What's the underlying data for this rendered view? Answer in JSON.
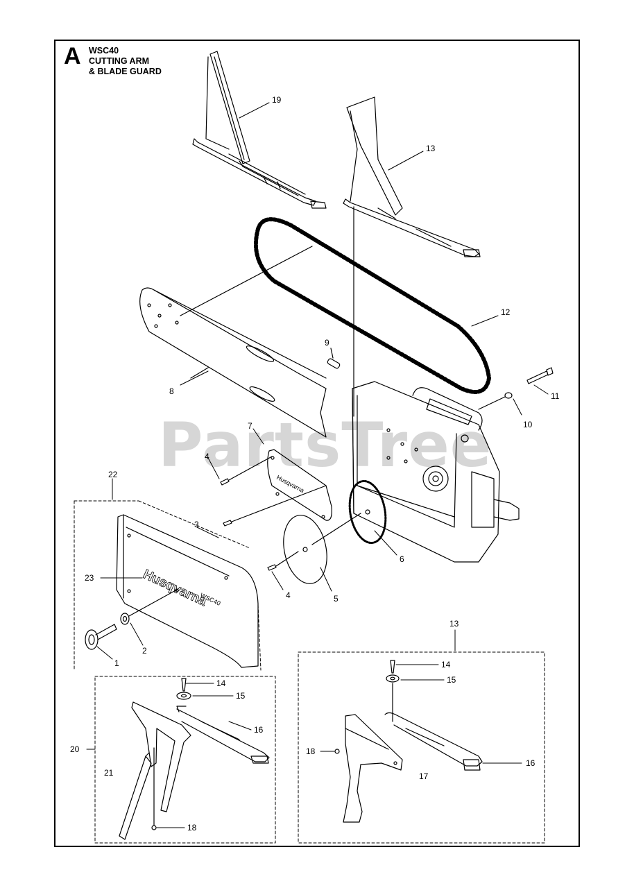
{
  "section": {
    "letter": "A",
    "title_lines": [
      "WSC40",
      "CUTTING ARM",
      "& BLADE GUARD"
    ]
  },
  "watermark": "PartsTree",
  "brand_labels": {
    "cover_logo": "Husqvarna",
    "cover_model": "WSC40",
    "plate_logo": "Husqvarna"
  },
  "callouts": {
    "c19": "19",
    "c13_top": "13",
    "c12": "12",
    "c9": "9",
    "c8": "8",
    "c11": "11",
    "c10": "10",
    "c7": "7",
    "c4_a": "4",
    "c22": "22",
    "c3": "3",
    "c23": "23",
    "c6": "6",
    "c4_b": "4",
    "c5": "5",
    "c2": "2",
    "c1": "1",
    "c13_box": "13",
    "c14_right": "14",
    "c15_right": "15",
    "c14_left": "14",
    "c15_left": "15",
    "c16_left": "16",
    "c20": "20",
    "c21": "21",
    "c18_left": "18",
    "c18_right": "18",
    "c17": "17",
    "c16_right": "16"
  },
  "colors": {
    "line": "#000000",
    "watermark": "#d6d6d6",
    "background": "#ffffff"
  }
}
